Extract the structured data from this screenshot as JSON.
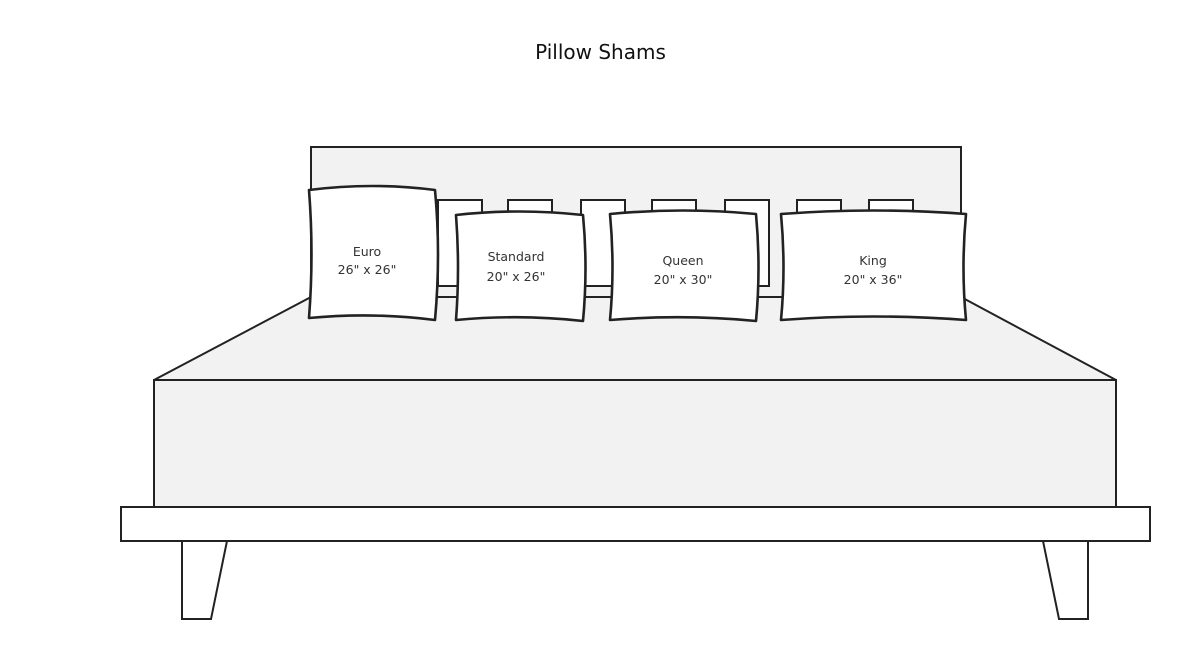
{
  "title": "Pillow Shams",
  "pillows": [
    {
      "name": "Euro",
      "size": "26\" x 26\""
    },
    {
      "name": "Standard",
      "size": "20\" x 26\""
    },
    {
      "name": "Queen",
      "size": "20\" x 30\""
    },
    {
      "name": "King",
      "size": "20\" x 36\""
    }
  ]
}
